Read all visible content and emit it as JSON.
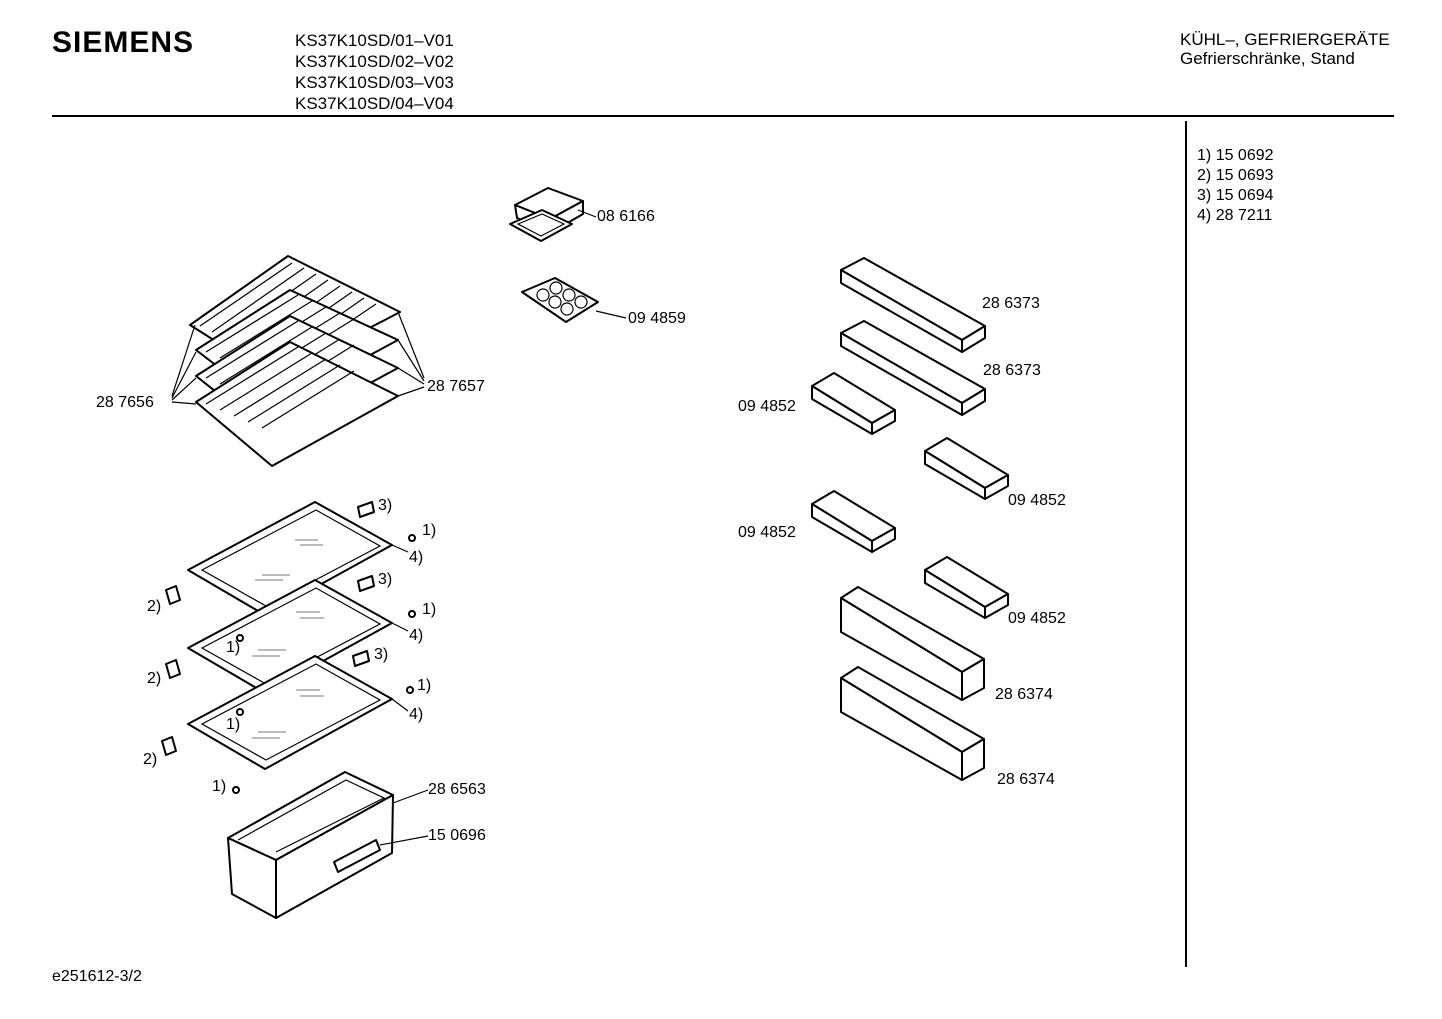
{
  "header": {
    "brand": "SIEMENS",
    "models": [
      "KS37K10SD/01–V01",
      "KS37K10SD/02–V02",
      "KS37K10SD/03–V03",
      "KS37K10SD/04–V04"
    ],
    "category_line1": "KÜHL–, GEFRIERGERÄTE",
    "category_line2": "Gefrierschränke, Stand"
  },
  "side_list": [
    {
      "ref": "1)",
      "part": "15 0692"
    },
    {
      "ref": "2)",
      "part": "15 0693"
    },
    {
      "ref": "3)",
      "part": "15 0694"
    },
    {
      "ref": "4)",
      "part": "28 7211"
    }
  ],
  "parts": {
    "egg_box": "08 6166",
    "egg_tray": "09 4859",
    "wire_shelf_left": "28 7656",
    "wire_shelf_right": "28 7657",
    "door_shelf_1": "28 6373",
    "door_shelf_2": "28 6373",
    "small_shelf_1": "09 4852",
    "small_shelf_2": "09 4852",
    "small_shelf_3": "09 4852",
    "small_shelf_4": "09 4852",
    "bottle_shelf_1": "28 6374",
    "bottle_shelf_2": "28 6374",
    "crisper": "28 6563",
    "crisper_handle": "15 0696"
  },
  "refs": {
    "r1": "1)",
    "r2": "2)",
    "r3": "3)",
    "r4": "4)"
  },
  "footer": "e251612-3/2"
}
